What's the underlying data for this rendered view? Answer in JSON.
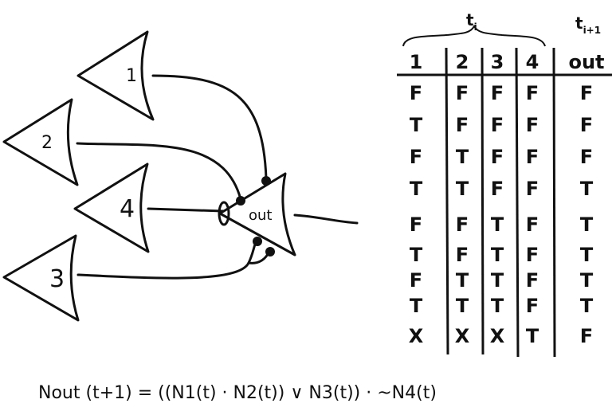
{
  "diagram": {
    "neurons": [
      {
        "id": "n1",
        "label": "1"
      },
      {
        "id": "n2",
        "label": "2"
      },
      {
        "id": "n4",
        "label": "4"
      },
      {
        "id": "n3",
        "label": "3"
      },
      {
        "id": "out",
        "label": "out"
      }
    ]
  },
  "truth_table": {
    "group_label": "t",
    "group_sub": "i",
    "next_label": "t",
    "next_sub": "i+1",
    "headers": [
      "1",
      "2",
      "3",
      "4",
      "out"
    ],
    "rows": [
      [
        "F",
        "F",
        "F",
        "F",
        "F"
      ],
      [
        "T",
        "F",
        "F",
        "F",
        "F"
      ],
      [
        "F",
        "T",
        "F",
        "F",
        "F"
      ],
      [
        "T",
        "T",
        "F",
        "F",
        "T"
      ],
      [
        "F",
        "F",
        "T",
        "F",
        "T"
      ],
      [
        "T",
        "F",
        "T",
        "F",
        "T"
      ],
      [
        "F",
        "T",
        "T",
        "F",
        "T"
      ],
      [
        "T",
        "T",
        "T",
        "F",
        "T"
      ],
      [
        "X",
        "X",
        "X",
        "T",
        "F"
      ]
    ]
  },
  "formula": {
    "text": "Nout (t+1) = ((N1(t) · N2(t)) ∨ N3(t)) · ~N4(t)"
  }
}
